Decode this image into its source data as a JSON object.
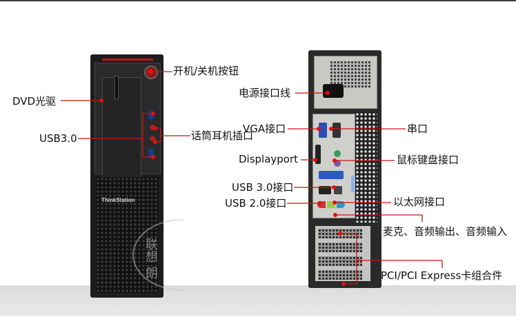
{
  "labels": {
    "power_button": "开机/关机按钮",
    "dvd": "DVD光驱",
    "front_usb": "USB3.0",
    "mic_headphone": "话筒耳机插口",
    "power_cord": "电源接口线",
    "vga": "VGA接口",
    "serial": "串口",
    "displayport": "Displayport",
    "ps2": "鼠标键盘接口",
    "usb3": "USB 3.0接口",
    "usb2": "USB 2.0接口",
    "ethernet": "以太网接口",
    "audio": "麦克、音频输出、音频输入",
    "pci": "PCI/PCI Express卡组合件"
  },
  "brand": "ThinkStation",
  "watermark": "联想 朗",
  "colors": {
    "callout": "#cc1111",
    "dot": "#e01010"
  }
}
